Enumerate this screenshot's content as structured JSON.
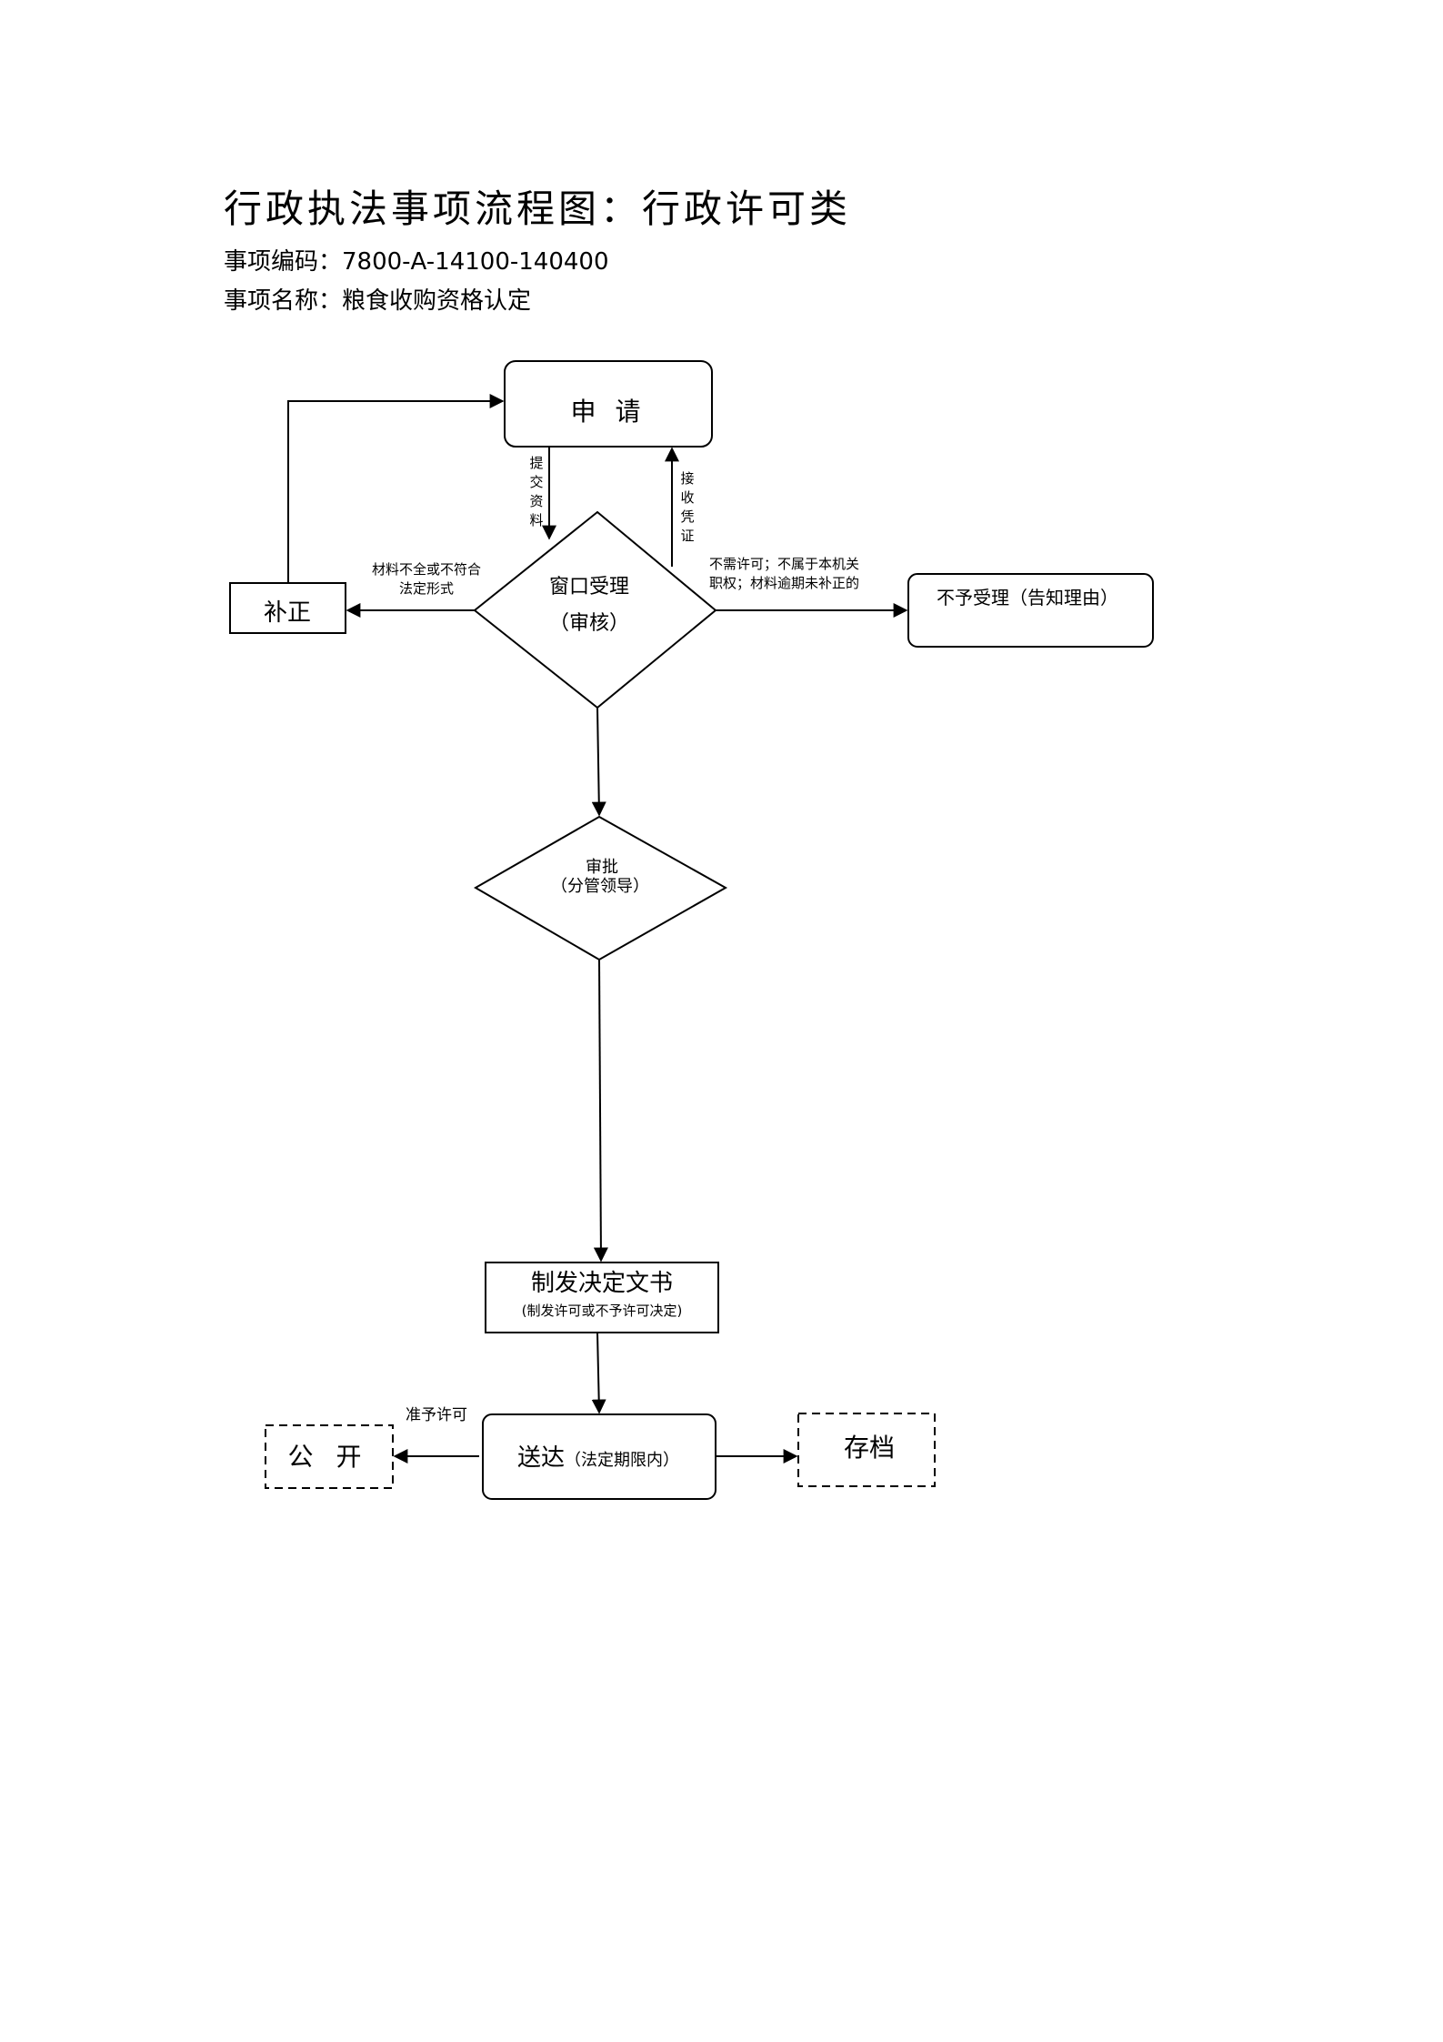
{
  "header": {
    "title": "行政执法事项流程图：行政许可类",
    "code_line": "事项编码：7800-A-14100-140400",
    "name_line": "事项名称：粮食收购资格认定"
  },
  "nodes": {
    "apply": "申 请",
    "window_main": "窗口受理",
    "window_sub": "（审核）",
    "correction": "补正",
    "reject": "不予受理（告知理由）",
    "approve_main": "审批",
    "approve_sub": "（分管领导）",
    "decision_main": "制发决定文书",
    "decision_sub": "(制发许可或不予许可决定)",
    "deliver_main": "送达",
    "deliver_sub": "（法定期限内）",
    "public": "公 开",
    "archive": "存档"
  },
  "edge_labels": {
    "submit": [
      "提",
      "交",
      "资",
      "料"
    ],
    "receipt": [
      "接",
      "收",
      "凭",
      "证"
    ],
    "incomplete": [
      "材料不全或不符合",
      "法定形式"
    ],
    "no_permit": [
      "不需许可；不属于本机关",
      "职权；材料逾期未补正的"
    ],
    "grant": "准予许可"
  }
}
